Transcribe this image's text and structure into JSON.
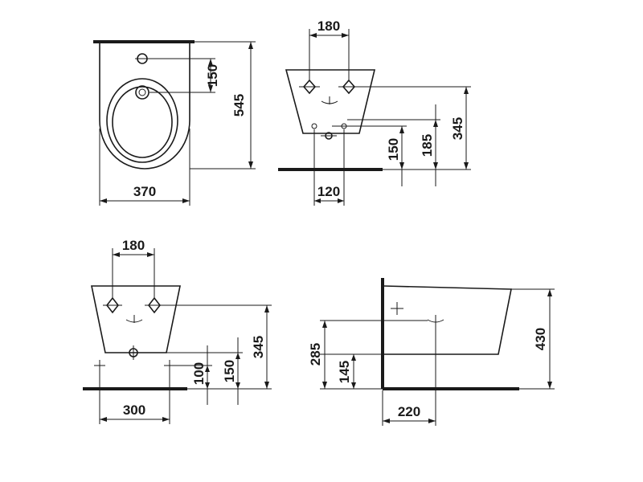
{
  "top_view": {
    "width_label": "370",
    "height_label": "545",
    "tap_offset_label": "150"
  },
  "front_view": {
    "bolt_spacing_label": "180",
    "height_label": "345",
    "outlet_height_label": "150",
    "inlet_height_label": "185",
    "outlet_width_label": "120"
  },
  "front_view_2": {
    "bolt_spacing_label": "180",
    "frame_width_label": "300",
    "height_100_label": "100",
    "height_150_label": "150",
    "height_345_label": "345"
  },
  "side_view": {
    "height_285_label": "285",
    "height_145_label": "145",
    "height_430_label": "430",
    "depth_label": "220"
  }
}
